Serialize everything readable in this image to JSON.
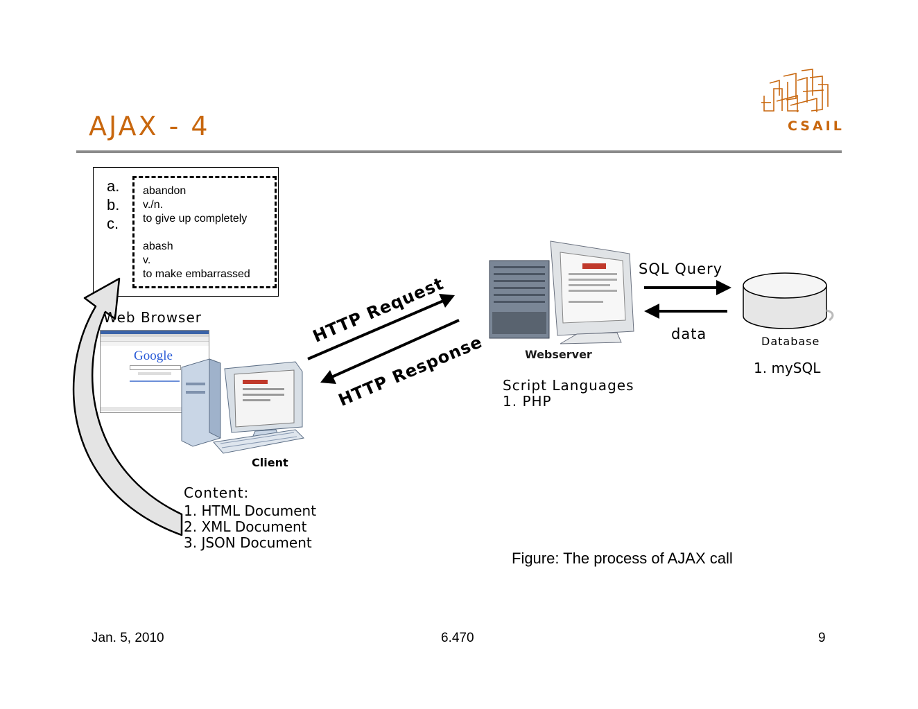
{
  "slide": {
    "title": "AJAX - 4",
    "figure_caption": "Figure: The process of AJAX call",
    "footer": {
      "date": "Jan. 5, 2010",
      "course": "6.470",
      "page": "9"
    }
  },
  "logo": {
    "text": "CSAIL"
  },
  "browser_window": {
    "list_markers": [
      "a.",
      "b.",
      "c."
    ],
    "entries": [
      {
        "word": "abandon",
        "pos": "v./n.",
        "definition": "to give up completely"
      },
      {
        "word": "abash",
        "pos": "v.",
        "definition": "to make embarrassed"
      }
    ]
  },
  "client": {
    "web_browser_label": "Web Browser",
    "browser_logo": "Google",
    "machine_label": "Client",
    "content_title": "Content:",
    "content_items": [
      "1. HTML Document",
      "2. XML Document",
      "3. JSON Document"
    ]
  },
  "http": {
    "request": "HTTP Request",
    "response": "HTTP Response"
  },
  "server": {
    "machine_label": "Webserver",
    "languages_title": "Script Languages",
    "languages": [
      "1. PHP"
    ]
  },
  "database": {
    "sql_query": "SQL Query",
    "data": "data",
    "label": "Database",
    "items": [
      "1. mySQL"
    ]
  },
  "colors": {
    "title": "#c8670e",
    "rule": "#8a8a8a",
    "logo": "#c8670e"
  }
}
